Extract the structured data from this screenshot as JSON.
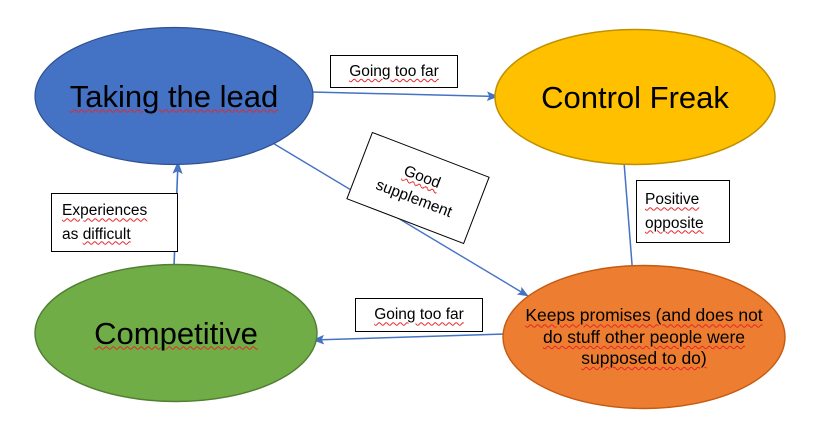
{
  "diagram": {
    "title": "Taking the lead / Control Freak / Competitive / Keeps promises cycle",
    "colors": {
      "blue_fill": "#4472C4",
      "blue_stroke": "#2F528F",
      "amber_fill": "#FFC000",
      "amber_stroke": "#BF9000",
      "green_fill": "#70AD47",
      "green_stroke": "#507E32",
      "orange_fill": "#ED7D31",
      "orange_stroke": "#C55A11",
      "arrow": "#4472C4",
      "box_border": "#000000",
      "spellcheck": "#E8252A",
      "background": "#FFFFFF"
    },
    "nodes": [
      {
        "id": "taking-the-lead",
        "label": "Taking the lead",
        "shape": "ellipse",
        "fill": "#4472C4"
      },
      {
        "id": "control-freak",
        "label": "Control Freak",
        "shape": "ellipse",
        "fill": "#FFC000"
      },
      {
        "id": "competitive",
        "label": "Competitive",
        "shape": "ellipse",
        "fill": "#70AD47"
      },
      {
        "id": "keeps-promises",
        "shape": "ellipse",
        "fill": "#ED7D31",
        "label_lines": [
          "Keeps promises (and does not",
          "do stuff other people were",
          "supposed to do)"
        ]
      }
    ],
    "edge_labels": [
      {
        "id": "going-too-far-top",
        "text": "Going too far"
      },
      {
        "id": "good-supplement",
        "line1": "Good",
        "line2": "supplement",
        "rotated": true
      },
      {
        "id": "positive-opposite",
        "line1": "Positive",
        "line2": "opposite"
      },
      {
        "id": "experiences-as-difficult",
        "line1": "Experiences",
        "line2": "as difficult"
      },
      {
        "id": "going-too-far-bottom",
        "text": "Going too far"
      }
    ],
    "edges": [
      {
        "from": "taking-the-lead",
        "to": "control-freak",
        "label": "Going too far",
        "direction": "right"
      },
      {
        "from": "taking-the-lead",
        "to": "keeps-promises",
        "label": "Good supplement",
        "direction": "down-right"
      },
      {
        "from": "control-freak",
        "to": "keeps-promises",
        "label": "Positive opposite",
        "direction": "down"
      },
      {
        "from": "keeps-promises",
        "to": "competitive",
        "label": "Going too far",
        "direction": "left"
      },
      {
        "from": "competitive",
        "to": "taking-the-lead",
        "label": "Experiences as difficult",
        "direction": "up"
      }
    ]
  }
}
